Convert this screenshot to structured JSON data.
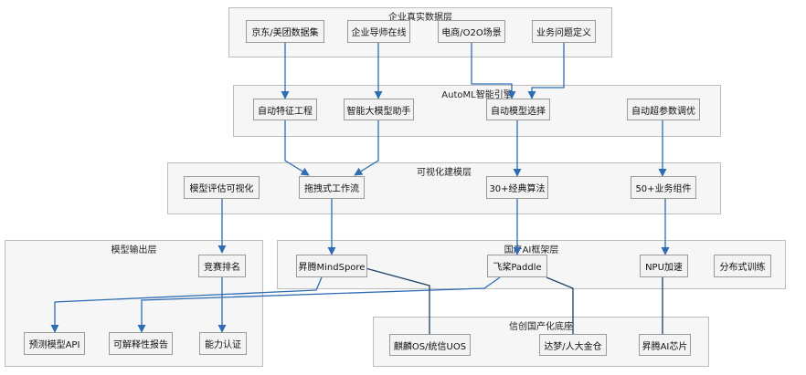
{
  "diagram": {
    "groups": {
      "data_layer": "企业真实数据层",
      "automl": "AutoML智能引擎",
      "visual_modeling": "可视化建模层",
      "model_output": "模型输出层",
      "ai_framework": "国产AI框架层",
      "xinchuang_base": "信创国产化底座"
    },
    "nodes": {
      "jd_meituan_dataset": "京东/美团数据集",
      "mentor_online": "企业导师在线",
      "ecommerce_o2o": "电商/O2O场景",
      "business_problem": "业务问题定义",
      "auto_feature": "自动特征工程",
      "llm_assistant": "智能大模型助手",
      "auto_model_select": "自动模型选择",
      "auto_hyperparam": "自动超参数调优",
      "model_eval_viz": "模型评估可视化",
      "drag_workflow": "拖拽式工作流",
      "classic_algos": "30+经典算法",
      "business_components": "50+业务组件",
      "competition_rank": "竞赛排名",
      "predict_api": "预测模型API",
      "explain_report": "可解释性报告",
      "ability_cert": "能力认证",
      "mindspore": "昇腾MindSpore",
      "paddle": "飞桨Paddle",
      "npu_accel": "NPU加速",
      "distributed_train": "分布式训练",
      "kylin_uos": "麒麟OS/统信UOS",
      "dameng_kingbase": "达梦/人大金仓",
      "ascend_chip": "昇腾AI芯片"
    }
  },
  "colors": {
    "arrow": "#2e6db4",
    "plain_edge": "#1f3f66",
    "node_fill": "#f3f3f3",
    "node_border": "#9a9a9a",
    "group_fill": "#f6f6f6",
    "group_border": "#bdbdbd"
  }
}
